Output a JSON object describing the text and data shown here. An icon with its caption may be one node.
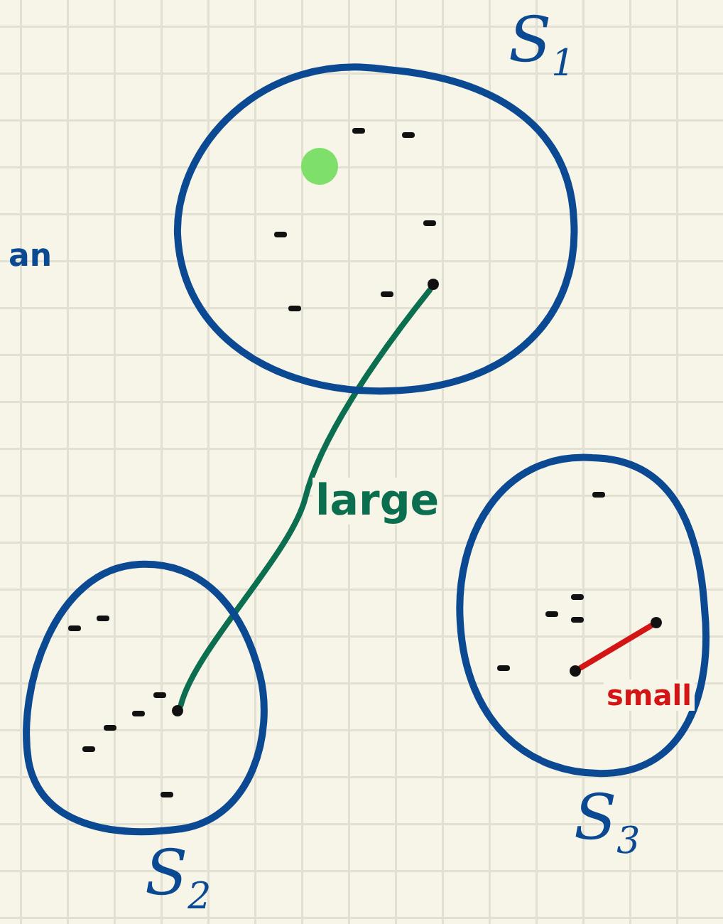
{
  "diagram": {
    "nodes": [
      {
        "text": [
          "S$_{1}$"
        ]
      },
      {
        "text": [
          "S$_{2}$"
        ]
      },
      {
        "text": [
          "S$_{3}$"
        ]
      },
      {
        "text": [],
        "shape": "circle",
        "in": 0
      },
      {
        "text": [],
        "shape": "circle",
        "in": 1
      },
      {
        "text": [],
        "shape": "circle",
        "in": 2
      },
      {
        "text": [],
        "shape": "circle",
        "in": 2
      }
    ],
    "edges": [
      {
        "from": 3,
        "to": 4,
        "arrow": "none",
        "label": "large",
        "color": "#0b6e4f"
      },
      {
        "from": 5,
        "to": 6,
        "arrow": "none",
        "label": "small",
        "color": "#d41515"
      }
    ],
    "labels": [
      "an"
    ]
  }
}
